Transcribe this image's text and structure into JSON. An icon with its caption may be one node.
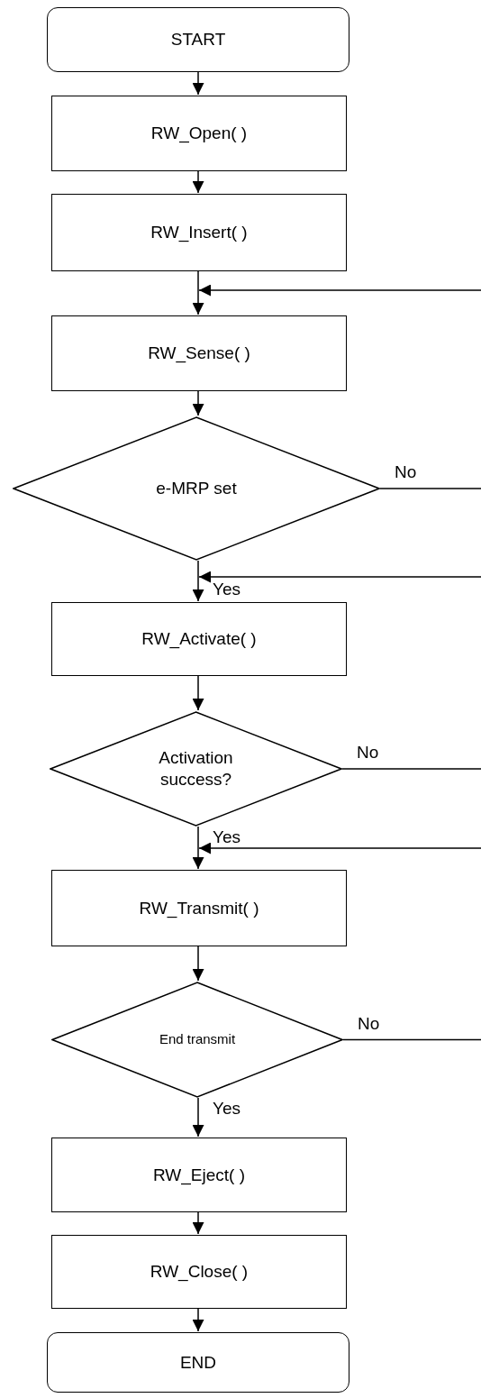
{
  "diagram": {
    "nodes": [
      {
        "text": [
          "START"
        ]
      },
      {
        "text": [
          "RW_Open( )"
        ]
      },
      {
        "text": [
          "RW_Insert( )"
        ]
      },
      {
        "text": [
          "RW_Sense( )"
        ]
      },
      {
        "text": [
          "e-MRP set"
        ]
      },
      {
        "text": [
          "RW_Activate( )"
        ]
      },
      {
        "text": [
          "Activation success?"
        ]
      },
      {
        "text": [
          "RW_Transmit( )"
        ]
      },
      {
        "text": [
          "End transmit"
        ]
      },
      {
        "text": [
          "RW_Eject( )"
        ]
      },
      {
        "text": [
          "RW_Close( )"
        ]
      },
      {
        "text": [
          "END"
        ]
      }
    ],
    "edges": [
      {
        "from": 0,
        "to": 1,
        "arrow": "to"
      },
      {
        "from": 1,
        "to": 2,
        "arrow": "to"
      },
      {
        "from": 2,
        "to": 3,
        "arrow": "to"
      },
      {
        "from": 3,
        "to": 4,
        "arrow": "to"
      },
      {
        "from": 4,
        "to": 5,
        "arrow": "to",
        "label": "Yes"
      },
      {
        "from": 4,
        "to": null,
        "arrow": "none",
        "label": "No"
      },
      {
        "from": null,
        "to": 3,
        "arrow": "to"
      },
      {
        "from": null,
        "to": 5,
        "arrow": "to"
      },
      {
        "from": 5,
        "to": 6,
        "arrow": "to"
      },
      {
        "from": 6,
        "to": 7,
        "arrow": "to",
        "label": "Yes"
      },
      {
        "from": 6,
        "to": null,
        "arrow": "none",
        "label": "No"
      },
      {
        "from": null,
        "to": 7,
        "arrow": "to"
      },
      {
        "from": 7,
        "to": 8,
        "arrow": "to"
      },
      {
        "from": 8,
        "to": 9,
        "arrow": "to",
        "label": "Yes"
      },
      {
        "from": 8,
        "to": null,
        "arrow": "none",
        "label": "No"
      },
      {
        "from": 9,
        "to": 10,
        "arrow": "to"
      },
      {
        "from": 10,
        "to": 11,
        "arrow": "to"
      }
    ]
  }
}
